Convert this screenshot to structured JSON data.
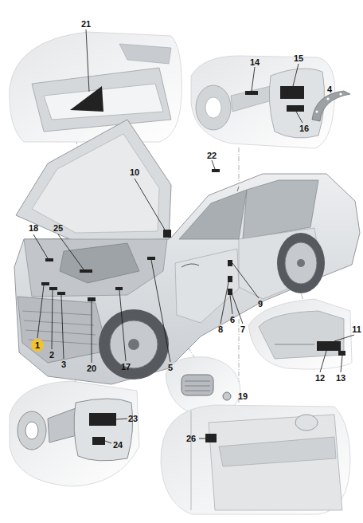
{
  "diagram": {
    "labels": [
      "21",
      "14",
      "15",
      "16",
      "4",
      "10",
      "22",
      "18",
      "25",
      "11",
      "9",
      "6",
      "8",
      "7",
      "1",
      "2",
      "3",
      "20",
      "17",
      "5",
      "12",
      "13",
      "19",
      "23",
      "24",
      "26"
    ]
  }
}
